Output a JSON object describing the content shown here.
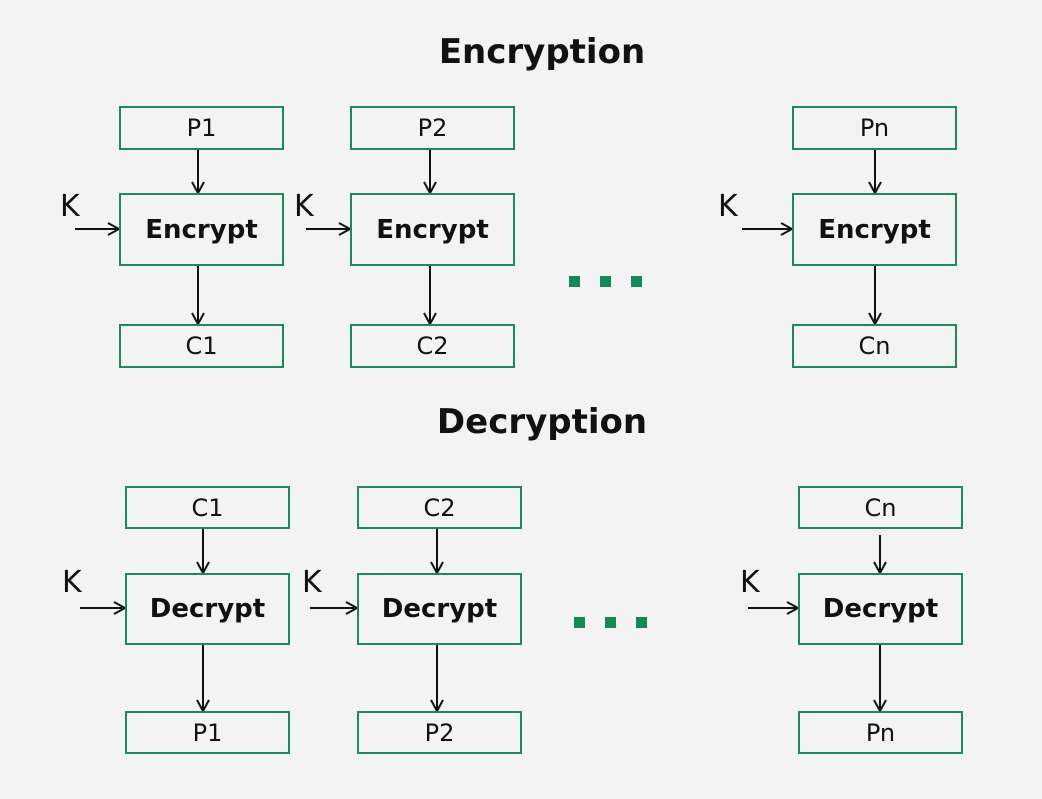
{
  "encryption": {
    "title": "Encryption",
    "key_label": "K",
    "blocks": [
      {
        "input": "P1",
        "op": "Encrypt",
        "output": "C1"
      },
      {
        "input": "P2",
        "op": "Encrypt",
        "output": "C2"
      },
      {
        "input": "Pn",
        "op": "Encrypt",
        "output": "Cn"
      }
    ]
  },
  "decryption": {
    "title": "Decryption",
    "key_label": "K",
    "blocks": [
      {
        "input": "C1",
        "op": "Decrypt",
        "output": "P1"
      },
      {
        "input": "C2",
        "op": "Decrypt",
        "output": "P2"
      },
      {
        "input": "Cn",
        "op": "Decrypt",
        "output": "Pn"
      }
    ]
  },
  "colors": {
    "box_border": "#1b8a5a",
    "dots": "#138a55",
    "background": "#f3f3f3",
    "line": "#111111"
  }
}
